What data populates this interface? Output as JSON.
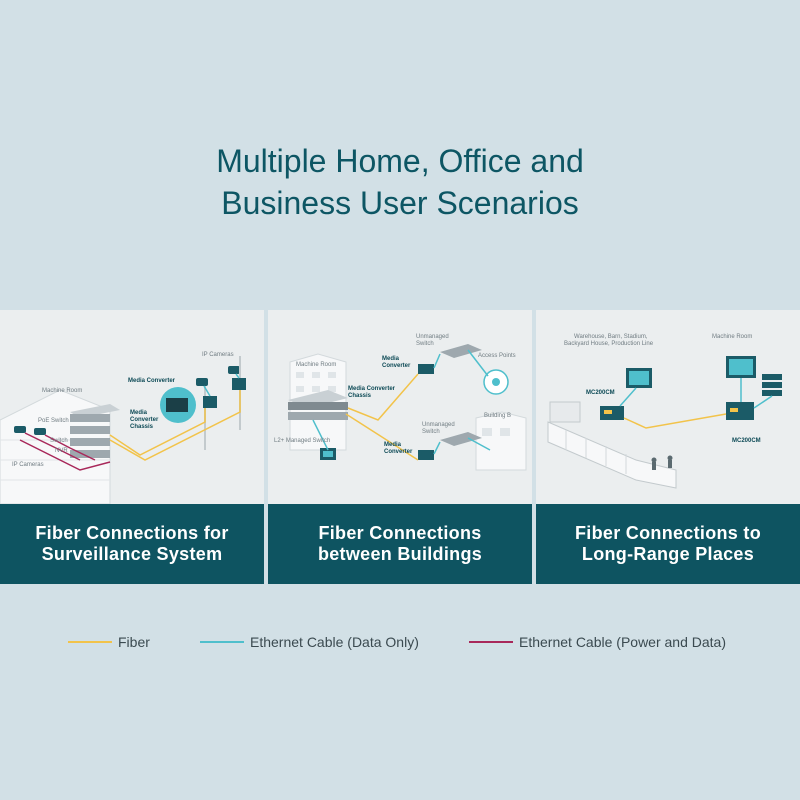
{
  "title": {
    "line1": "Multiple Home, Office and",
    "line2": "Business User Scenarios"
  },
  "scenarios": [
    {
      "caption_line1": "Fiber Connections for",
      "caption_line2": "Surveillance System",
      "labels": {
        "machine_room": "Machine Room",
        "poe_switch": "PoE Switch",
        "switch": "Switch",
        "nvr": "NVR",
        "ip_cameras_left": "IP Cameras",
        "media_converter": "Media Converter",
        "chassis_1": "Media",
        "chassis_2": "Converter",
        "chassis_3": "Chassis",
        "ip_cameras_right": "IP Cameras"
      }
    },
    {
      "caption_line1": "Fiber Connections",
      "caption_line2": "between Buildings",
      "labels": {
        "machine_room": "Machine Room",
        "chassis_1": "Media Converter",
        "chassis_2": "Chassis",
        "l2_switch": "L2+ Managed Switch",
        "mc_top_1": "Media",
        "mc_top_2": "Converter",
        "unmanaged_top_1": "Unmanaged",
        "unmanaged_top_2": "Switch",
        "access_points": "Access Points",
        "building_b": "Building B",
        "unmanaged_bottom_1": "Unmanaged",
        "unmanaged_bottom_2": "Switch",
        "mc_bottom_1": "Media",
        "mc_bottom_2": "Converter"
      }
    },
    {
      "caption_line1": "Fiber Connections to",
      "caption_line2": "Long-Range Places",
      "labels": {
        "places_1": "Warehouse, Barn, Stadium,",
        "places_2": "Backyard House, Production Line",
        "machine_room": "Machine Room",
        "mc_left": "MC200CM",
        "mc_right": "MC200CM"
      }
    }
  ],
  "legend": [
    {
      "label": "Fiber",
      "color": "#f2c34a"
    },
    {
      "label": "Ethernet Cable (Data Only)",
      "color": "#4fbfcc"
    },
    {
      "label": "Ethernet Cable (Power and Data)",
      "color": "#a8285a"
    }
  ]
}
